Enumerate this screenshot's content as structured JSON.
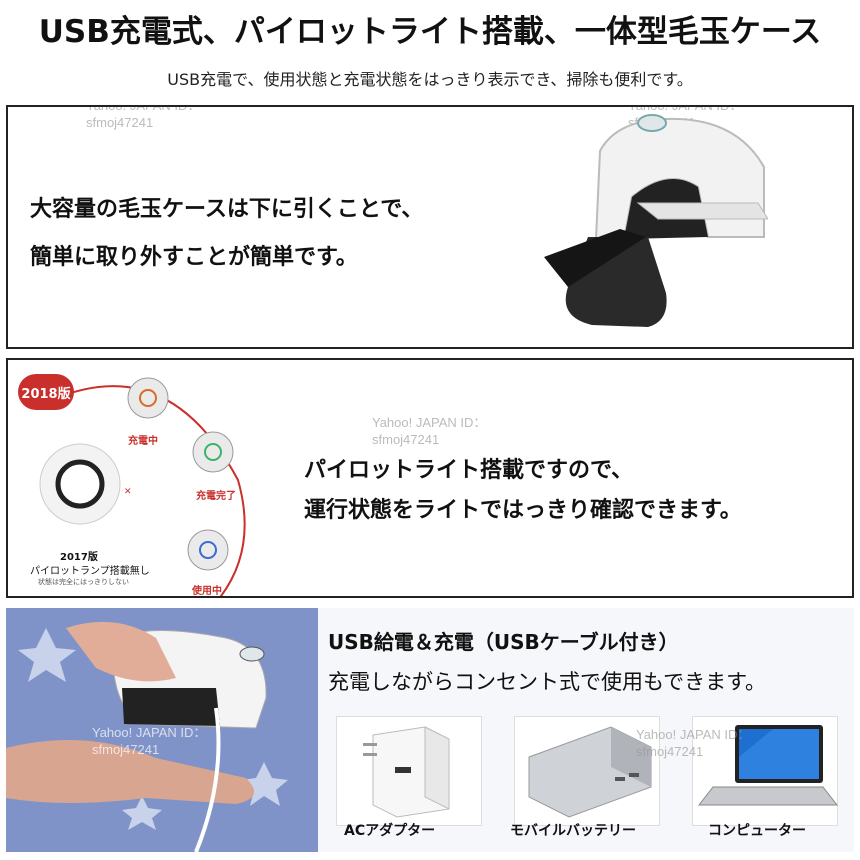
{
  "header": {
    "title": "USB充電式、パイロットライト搭載、一体型毛玉ケース",
    "subtitle": "USB充電で、使用状態と充電状態をはっきり表示でき、掃除も便利です。"
  },
  "watermark": {
    "line1": "Yahoo! JAPAN ID：",
    "line2": "sfmoj47241"
  },
  "panel1": {
    "line1": "大容量の毛玉ケースは下に引くことで、",
    "line2": "簡単に取り外すことが簡単です。"
  },
  "panel2": {
    "badge": "2018版",
    "state_charging": "充電中",
    "state_charged": "充電完了",
    "state_in_use": "使用中",
    "old_version": "2017版",
    "old_note1": "パイロットランプ搭載無し",
    "old_note2": "状態は完全にはっきりしない",
    "line1": "パイロットライト搭載ですので、",
    "line2": "運行状態をライトではっきり確認できます。"
  },
  "panel3": {
    "headline": "USB給電＆充電（USBケーブル付き）",
    "text": "充電しながらコンセント式で使用もできます。",
    "accessories": [
      {
        "label": "ACアダプター"
      },
      {
        "label": "モバイルバッテリー"
      },
      {
        "label": "コンピューター"
      }
    ]
  },
  "colors": {
    "accent_red": "#c9302c",
    "panel3_bg": "#7c8fc4"
  }
}
